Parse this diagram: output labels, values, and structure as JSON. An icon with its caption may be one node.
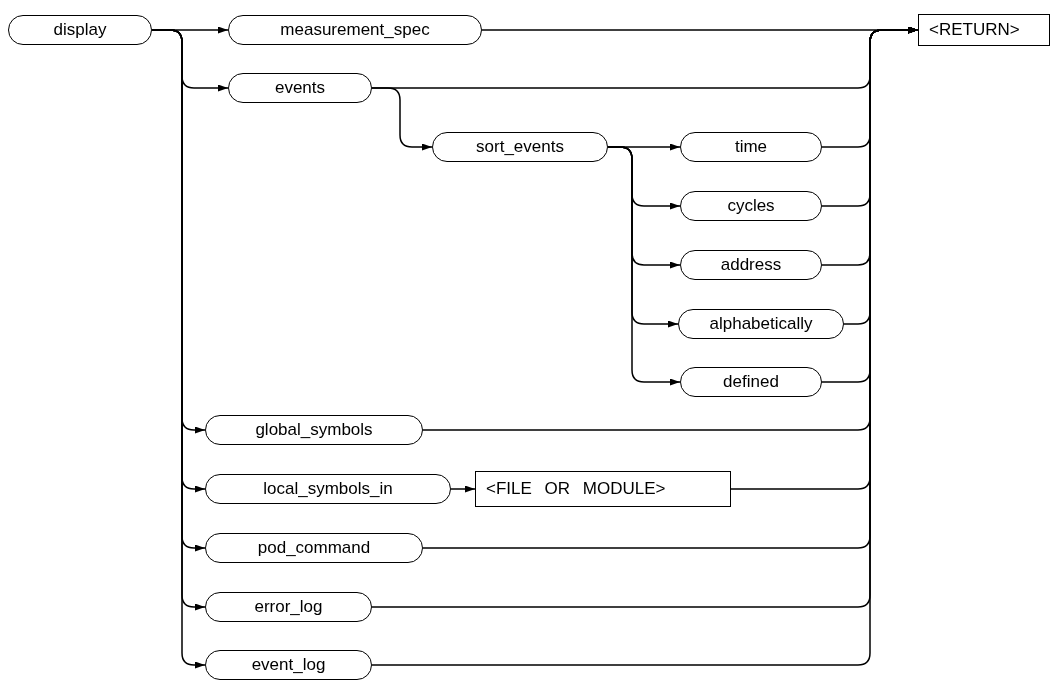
{
  "diagram": {
    "nodes": [
      {
        "text": [
          "display"
        ]
      },
      {
        "text": [
          "measurement_spec"
        ]
      },
      {
        "text": [
          "<RETURN>"
        ]
      },
      {
        "text": [
          "events"
        ]
      },
      {
        "text": [
          "sort_events"
        ]
      },
      {
        "text": [
          "time"
        ]
      },
      {
        "text": [
          "cycles"
        ]
      },
      {
        "text": [
          "address"
        ]
      },
      {
        "text": [
          "alphabetically"
        ]
      },
      {
        "text": [
          "defined"
        ]
      },
      {
        "text": [
          "global_symbols"
        ]
      },
      {
        "text": [
          "local_symbols_in"
        ]
      },
      {
        "text": [
          "<FILE OR MODULE>"
        ]
      },
      {
        "text": [
          "pod_command"
        ]
      },
      {
        "text": [
          "error_log"
        ]
      },
      {
        "text": [
          "event_log"
        ]
      }
    ],
    "edges": [
      {
        "from": 0,
        "to": 1,
        "arrow": "to"
      },
      {
        "from": 0,
        "to": 3,
        "arrow": "to"
      },
      {
        "from": 0,
        "to": 10,
        "arrow": "to"
      },
      {
        "from": 0,
        "to": 11,
        "arrow": "to"
      },
      {
        "from": 0,
        "to": 13,
        "arrow": "to"
      },
      {
        "from": 0,
        "to": 14,
        "arrow": "to"
      },
      {
        "from": 0,
        "to": 15,
        "arrow": "to"
      },
      {
        "from": 1,
        "to": 2,
        "arrow": "to"
      },
      {
        "from": 3,
        "to": 2,
        "arrow": "to"
      },
      {
        "from": 3,
        "to": 4,
        "arrow": "to"
      },
      {
        "from": 4,
        "to": 5,
        "arrow": "to"
      },
      {
        "from": 4,
        "to": 6,
        "arrow": "to"
      },
      {
        "from": 4,
        "to": 7,
        "arrow": "to"
      },
      {
        "from": 4,
        "to": 8,
        "arrow": "to"
      },
      {
        "from": 4,
        "to": 9,
        "arrow": "to"
      },
      {
        "from": 5,
        "to": 2,
        "arrow": "to"
      },
      {
        "from": 6,
        "to": 2,
        "arrow": "to"
      },
      {
        "from": 7,
        "to": 2,
        "arrow": "to"
      },
      {
        "from": 8,
        "to": 2,
        "arrow": "to"
      },
      {
        "from": 9,
        "to": 2,
        "arrow": "to"
      },
      {
        "from": 10,
        "to": 2,
        "arrow": "to"
      },
      {
        "from": 11,
        "to": 12,
        "arrow": "to"
      },
      {
        "from": 12,
        "to": 2,
        "arrow": "to"
      },
      {
        "from": 13,
        "to": 2,
        "arrow": "to"
      },
      {
        "from": 14,
        "to": 2,
        "arrow": "to"
      },
      {
        "from": 15,
        "to": 2,
        "arrow": "to"
      }
    ]
  }
}
